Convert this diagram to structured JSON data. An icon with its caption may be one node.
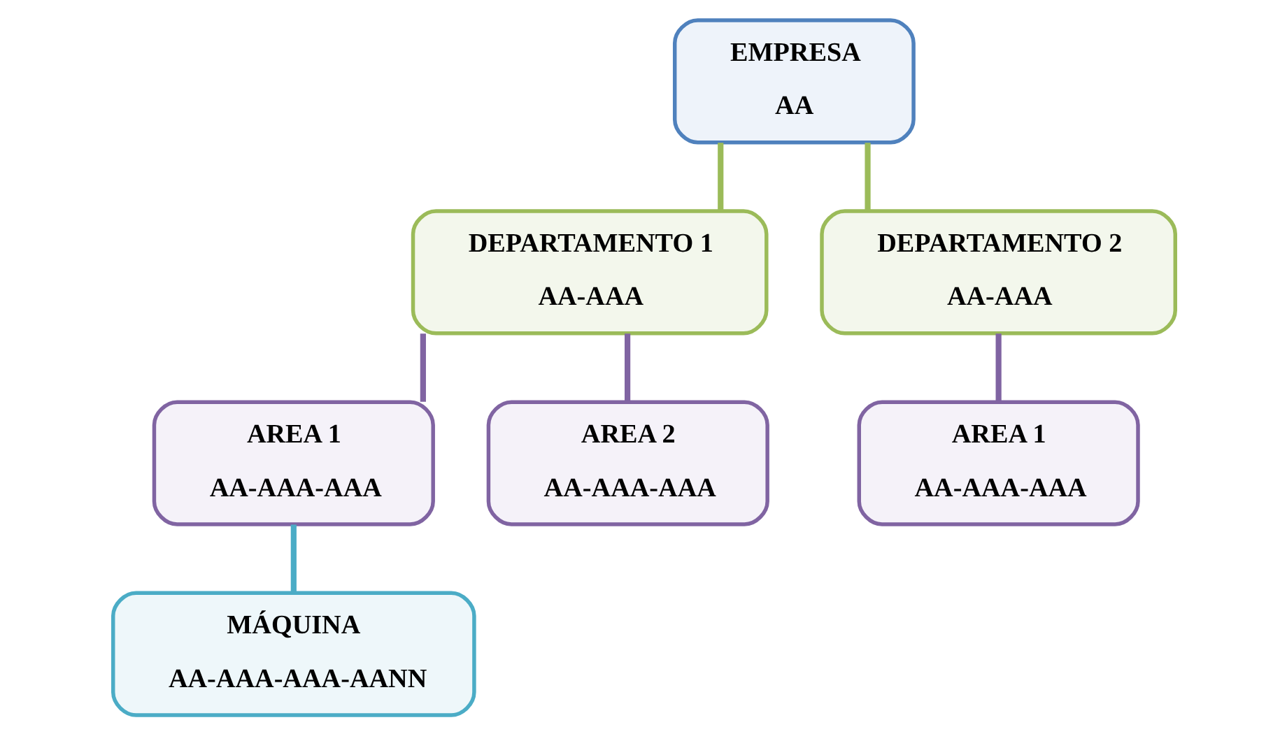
{
  "diagram": {
    "nodes": [
      {
        "text": [
          "EMPRESA",
          "AA"
        ]
      },
      {
        "text": [
          "DEPARTAMENTO 1",
          "AA-AAA"
        ]
      },
      {
        "text": [
          "DEPARTAMENTO 2",
          "AA-AAA"
        ]
      },
      {
        "text": [
          "AREA 1",
          "AA-AAA-AAA"
        ]
      },
      {
        "text": [
          "AREA 2",
          "AA-AAA-AAA"
        ]
      },
      {
        "text": [
          "AREA 1",
          "AA-AAA-AAA"
        ]
      },
      {
        "text": [
          "MÁQUINA",
          "AA-AAA-AAA-AANN"
        ]
      }
    ],
    "edges": [
      {
        "from": 0,
        "to": 1,
        "arrow": "none",
        "color": "#9bbb59"
      },
      {
        "from": 0,
        "to": 2,
        "arrow": "none",
        "color": "#9bbb59"
      },
      {
        "from": 1,
        "to": 3,
        "arrow": "none",
        "color": "#8064a2"
      },
      {
        "from": 1,
        "to": 4,
        "arrow": "none",
        "color": "#8064a2"
      },
      {
        "from": 2,
        "to": 5,
        "arrow": "none",
        "color": "#8064a2"
      },
      {
        "from": 3,
        "to": 6,
        "arrow": "none",
        "color": "#4bacc6"
      }
    ]
  }
}
